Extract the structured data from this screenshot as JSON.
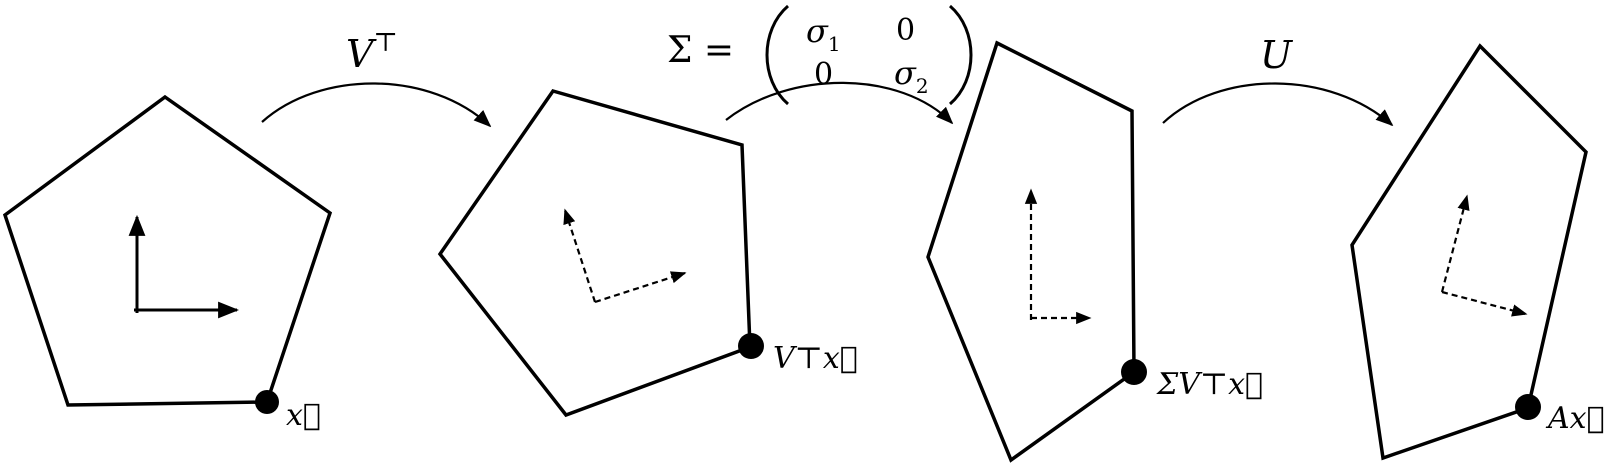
{
  "colors": {
    "ink": "#000000",
    "background": "#ffffff"
  },
  "transforms": {
    "vt": {
      "symbol": "V",
      "superscript": "⊤"
    },
    "sigma": {
      "lhs": "Σ =",
      "matrix": [
        [
          "σ",
          "1",
          "0"
        ],
        [
          "0",
          "σ",
          "2"
        ]
      ]
    },
    "u": {
      "symbol": "U"
    }
  },
  "stages": [
    {
      "point_label": "x⃗",
      "basis_style": "solid"
    },
    {
      "point_label": "V⊤x⃗",
      "basis_style": "dashed"
    },
    {
      "point_label": "ΣV⊤x⃗",
      "basis_style": "dashed"
    },
    {
      "point_label": "Ax⃗",
      "basis_style": "dashed"
    }
  ],
  "matrix_text": {
    "sigma1_base": "σ",
    "sigma1_sub": "1",
    "top_right": "0",
    "bottom_left": "0",
    "sigma2_base": "σ",
    "sigma2_sub": "2"
  }
}
